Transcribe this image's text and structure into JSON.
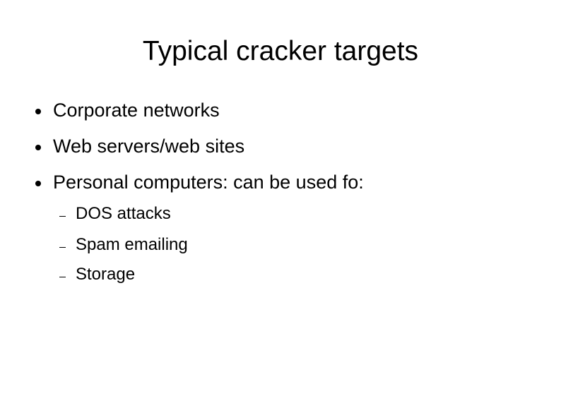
{
  "slide": {
    "title": "Typical cracker targets",
    "bullets": [
      {
        "label": "Corporate networks",
        "icon": "bullet-dot"
      },
      {
        "label": "Web servers/web sites",
        "icon": "bullet-dot"
      },
      {
        "label": "Personal computers: can be used fo:",
        "icon": "bullet-dot"
      }
    ],
    "sub_bullets": [
      {
        "label": "DOS attacks",
        "icon": "dash"
      },
      {
        "label": "Spam emailing",
        "icon": "dash"
      },
      {
        "label": "Storage",
        "icon": "dash"
      }
    ]
  }
}
